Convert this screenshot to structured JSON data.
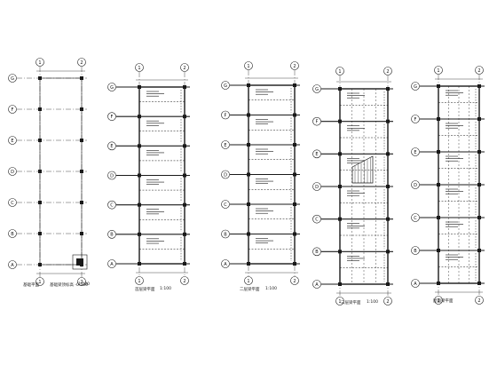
{
  "drawing": {
    "plans": [
      {
        "id": "plan-1",
        "caption": "基础平面",
        "note": "基础梁顶标高 -0.500",
        "scale": "1:100",
        "col_labels": [
          "1",
          "2"
        ],
        "row_labels": [
          "G",
          "F",
          "E",
          "D",
          "C",
          "B",
          "A"
        ]
      },
      {
        "id": "plan-2",
        "caption": "首层梁平面",
        "note": "",
        "scale": "1:100",
        "col_labels": [
          "1",
          "2"
        ],
        "row_labels": [
          "G",
          "F",
          "E",
          "D",
          "C",
          "B",
          "A"
        ]
      },
      {
        "id": "plan-3",
        "caption": "二层梁平面",
        "note": "",
        "scale": "1:100",
        "col_labels": [
          "1",
          "2"
        ],
        "row_labels": [
          "G",
          "F",
          "E",
          "D",
          "C",
          "B",
          "A"
        ]
      },
      {
        "id": "plan-4",
        "caption": "三层梁平面",
        "note": "",
        "scale": "1:100",
        "col_labels": [
          "1",
          "2"
        ],
        "row_labels": [
          "G",
          "F",
          "E",
          "D",
          "C",
          "B",
          "A"
        ]
      },
      {
        "id": "plan-5",
        "caption": "屋面梁平面",
        "note": "",
        "scale": "",
        "col_labels": [
          "1",
          "2"
        ],
        "row_labels": [
          "G",
          "F",
          "E",
          "D",
          "C",
          "B",
          "A"
        ]
      }
    ],
    "colors": {
      "line": "#1a1a1a",
      "background": "#ffffff"
    }
  }
}
